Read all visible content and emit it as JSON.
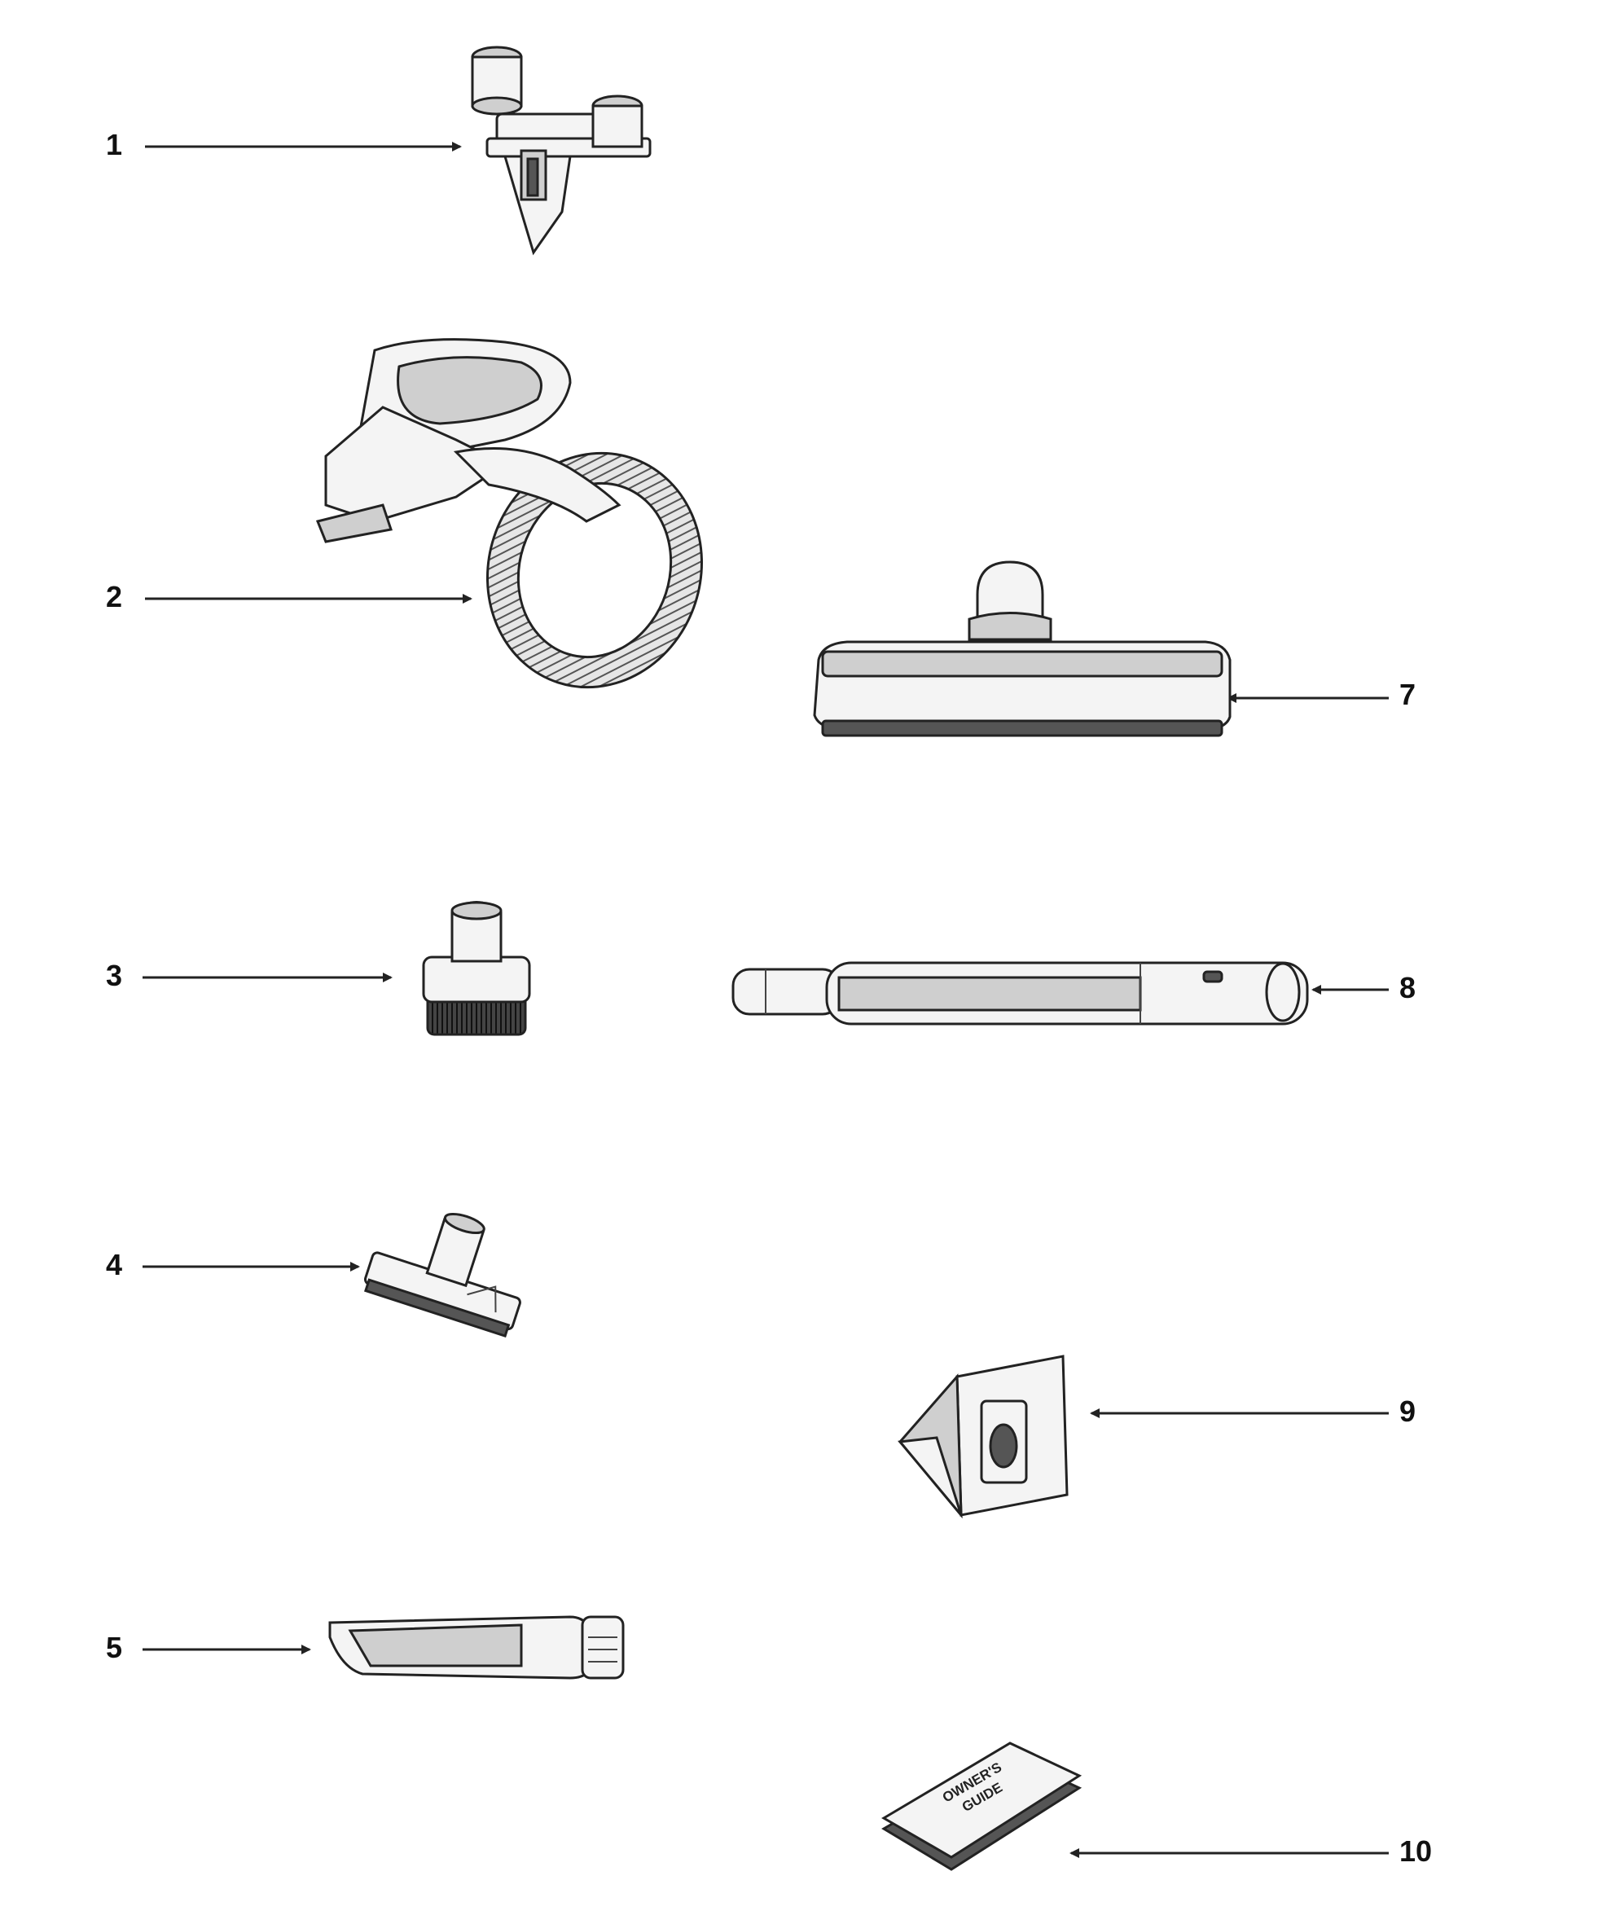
{
  "callouts": [
    {
      "id": "1",
      "label": "1"
    },
    {
      "id": "2",
      "label": "2"
    },
    {
      "id": "3",
      "label": "3"
    },
    {
      "id": "4",
      "label": "4"
    },
    {
      "id": "5",
      "label": "5"
    },
    {
      "id": "7",
      "label": "7"
    },
    {
      "id": "8",
      "label": "8"
    },
    {
      "id": "9",
      "label": "9"
    },
    {
      "id": "10",
      "label": "10"
    }
  ],
  "booklet": {
    "line1": "OWNER'S",
    "line2": "GUIDE"
  }
}
